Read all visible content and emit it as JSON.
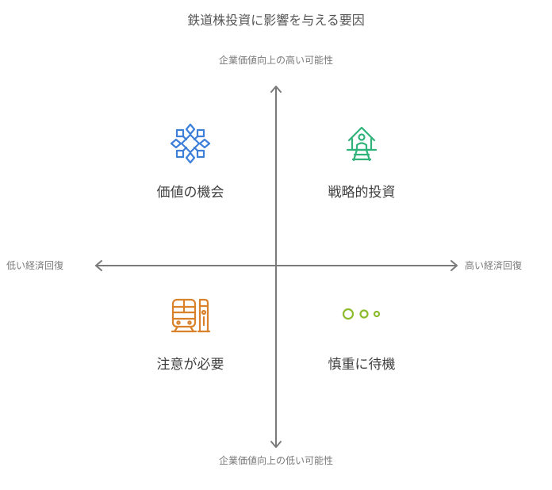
{
  "title": "鉄道株投資に影響を与える要因",
  "axes": {
    "top": "企業価値向上の高い可能性",
    "bottom": "企業価値向上の低い可能性",
    "left": "低い経済回復",
    "right": "高い経済回復"
  },
  "quadrants": {
    "top_left": {
      "label": "価値の機会",
      "icon": "lattice-star-icon",
      "color": "#3d7fd9"
    },
    "top_right": {
      "label": "戦略的投資",
      "icon": "station-building-icon",
      "color": "#2fb37a"
    },
    "bottom_left": {
      "label": "注意が必要",
      "icon": "train-icon",
      "color": "#d9822b"
    },
    "bottom_right": {
      "label": "慎重に待機",
      "icon": "waiting-dots-icon",
      "color": "#8dbb2e"
    }
  },
  "colors": {
    "axis": "#7a7a7a"
  }
}
